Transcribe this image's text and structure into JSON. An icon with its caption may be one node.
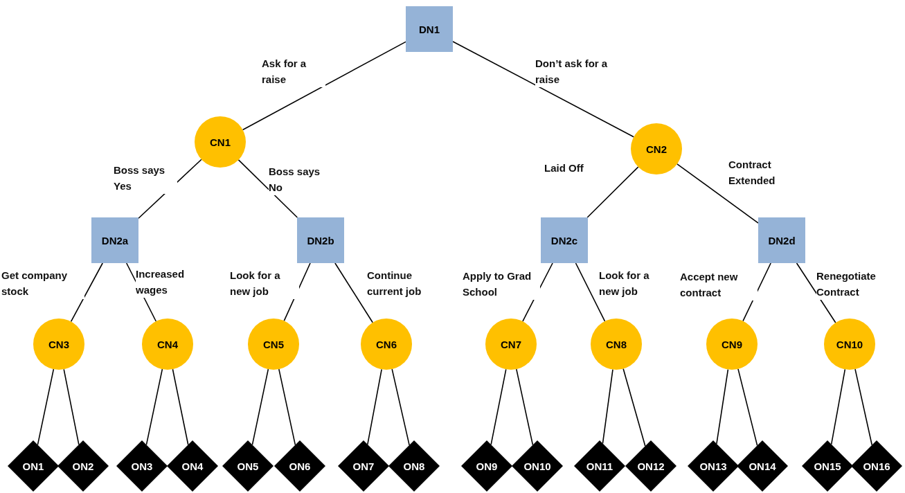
{
  "diagram": {
    "nodes": [
      {
        "text": [
          "DN1"
        ]
      },
      {
        "text": [
          "CN1"
        ]
      },
      {
        "text": [
          "CN2"
        ]
      },
      {
        "text": [
          "DN2a"
        ]
      },
      {
        "text": [
          "DN2b"
        ]
      },
      {
        "text": [
          "DN2c"
        ]
      },
      {
        "text": [
          "DN2d"
        ]
      },
      {
        "text": [
          "CN3"
        ]
      },
      {
        "text": [
          "CN4"
        ]
      },
      {
        "text": [
          "CN5"
        ]
      },
      {
        "text": [
          "CN6"
        ]
      },
      {
        "text": [
          "CN7"
        ]
      },
      {
        "text": [
          "CN8"
        ]
      },
      {
        "text": [
          "CN9"
        ]
      },
      {
        "text": [
          "CN10"
        ]
      },
      {
        "text": [
          "ON1"
        ]
      },
      {
        "text": [
          "ON2"
        ]
      },
      {
        "text": [
          "ON3"
        ]
      },
      {
        "text": [
          "ON4"
        ]
      },
      {
        "text": [
          "ON5"
        ]
      },
      {
        "text": [
          "ON6"
        ]
      },
      {
        "text": [
          "ON7"
        ]
      },
      {
        "text": [
          "ON8"
        ]
      },
      {
        "text": [
          "ON9"
        ]
      },
      {
        "text": [
          "ON10"
        ]
      },
      {
        "text": [
          "ON11"
        ]
      },
      {
        "text": [
          "ON12"
        ]
      },
      {
        "text": [
          "ON13"
        ]
      },
      {
        "text": [
          "ON14"
        ]
      },
      {
        "text": [
          "ON15"
        ]
      },
      {
        "text": [
          "ON16"
        ]
      }
    ],
    "edges": [
      {
        "from": 0,
        "to": 1,
        "arrow": "none",
        "label": "Ask for a raise"
      },
      {
        "from": 0,
        "to": 2,
        "arrow": "none",
        "label": "Don’t ask for a raise"
      },
      {
        "from": 1,
        "to": 3,
        "arrow": "none",
        "label": "Boss says Yes"
      },
      {
        "from": 1,
        "to": 4,
        "arrow": "none",
        "label": "Boss says No"
      },
      {
        "from": 2,
        "to": 5,
        "arrow": "none",
        "label": "Laid Off"
      },
      {
        "from": 2,
        "to": 6,
        "arrow": "none",
        "label": "Contract Extended"
      },
      {
        "from": 3,
        "to": 7,
        "arrow": "none",
        "label": "Get company stock"
      },
      {
        "from": 3,
        "to": 8,
        "arrow": "none",
        "label": "Increased wages"
      },
      {
        "from": 4,
        "to": 9,
        "arrow": "none",
        "label": "Look for a new job"
      },
      {
        "from": 4,
        "to": 10,
        "arrow": "none",
        "label": "Continue current job"
      },
      {
        "from": 5,
        "to": 11,
        "arrow": "none",
        "label": "Apply to Grad School"
      },
      {
        "from": 5,
        "to": 12,
        "arrow": "none",
        "label": "Look for a new job"
      },
      {
        "from": 6,
        "to": 13,
        "arrow": "none",
        "label": "Accept new contract"
      },
      {
        "from": 6,
        "to": 14,
        "arrow": "none",
        "label": "Renegotiate Contract"
      },
      {
        "from": 7,
        "to": 15,
        "arrow": "none"
      },
      {
        "from": 7,
        "to": 16,
        "arrow": "none"
      },
      {
        "from": 8,
        "to": 17,
        "arrow": "none"
      },
      {
        "from": 8,
        "to": 18,
        "arrow": "none"
      },
      {
        "from": 9,
        "to": 19,
        "arrow": "none"
      },
      {
        "from": 9,
        "to": 20,
        "arrow": "none"
      },
      {
        "from": 10,
        "to": 21,
        "arrow": "none"
      },
      {
        "from": 10,
        "to": 22,
        "arrow": "none"
      },
      {
        "from": 11,
        "to": 23,
        "arrow": "none"
      },
      {
        "from": 11,
        "to": 24,
        "arrow": "none"
      },
      {
        "from": 12,
        "to": 25,
        "arrow": "none"
      },
      {
        "from": 12,
        "to": 26,
        "arrow": "none"
      },
      {
        "from": 13,
        "to": 27,
        "arrow": "none"
      },
      {
        "from": 13,
        "to": 28,
        "arrow": "none"
      },
      {
        "from": 14,
        "to": 29,
        "arrow": "none"
      },
      {
        "from": 14,
        "to": 30,
        "arrow": "none"
      }
    ]
  }
}
